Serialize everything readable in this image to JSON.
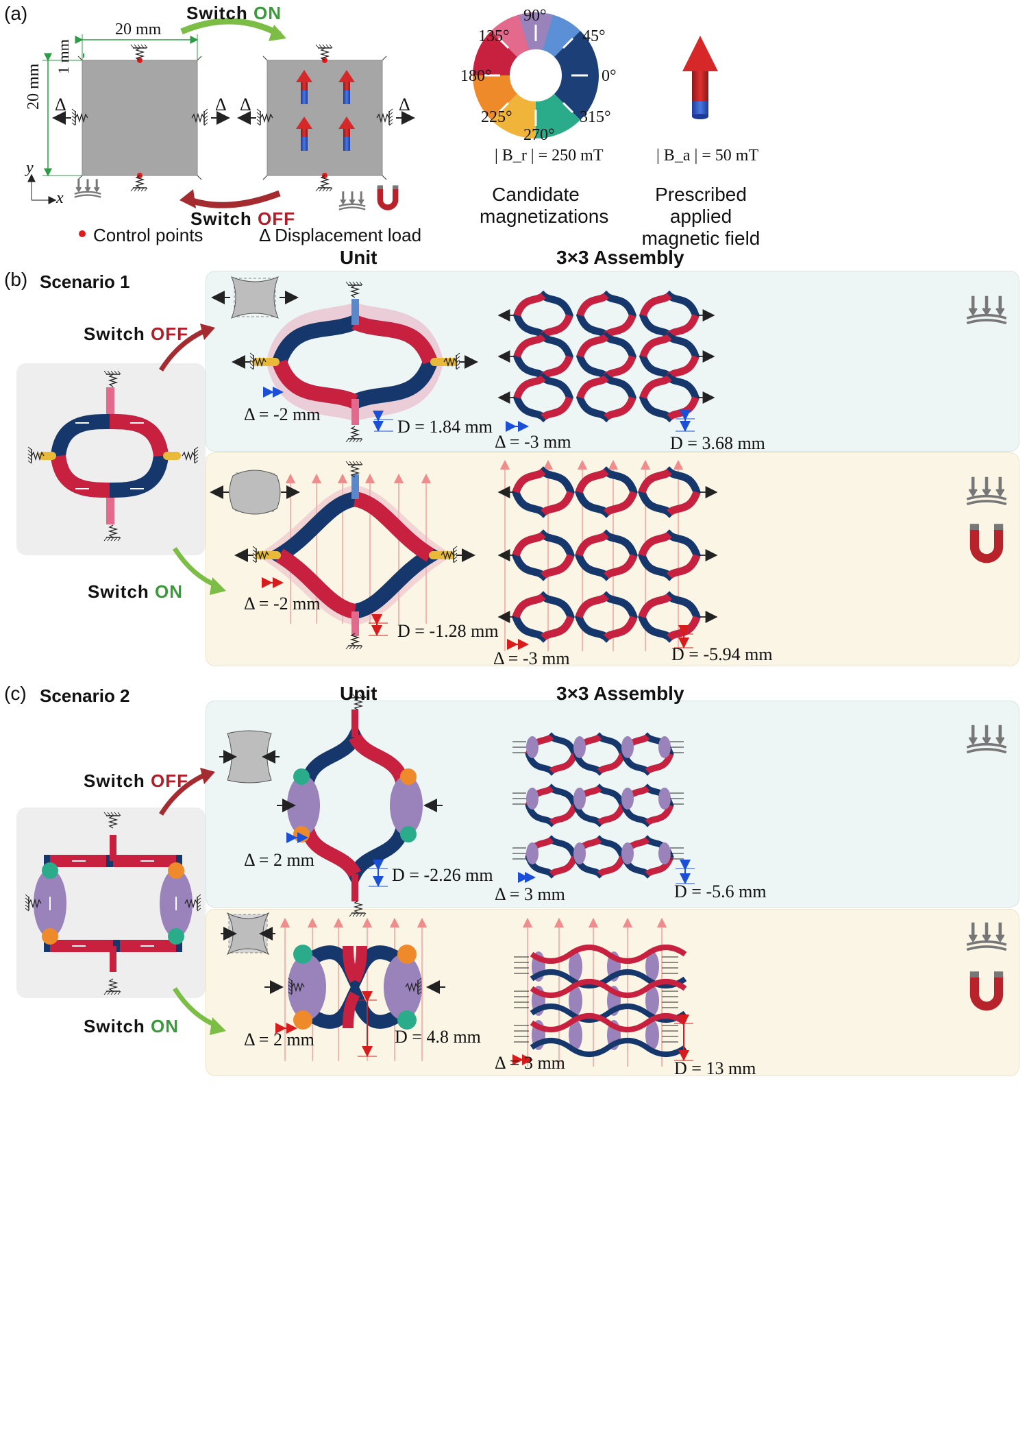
{
  "panel_a": {
    "label": "(a)",
    "switch_on": {
      "word": "Switch",
      "state": "ON"
    },
    "switch_off": {
      "word": "Switch",
      "state": "OFF"
    },
    "dim_width": "20 mm",
    "dim_height": "20 mm",
    "dim_gap": "1 mm",
    "delta_symbol": "Δ",
    "axis_y": "y",
    "axis_x": "x",
    "legend_control_points": "Control points",
    "legend_displacement": "Δ Displacement load",
    "angles": [
      "90°",
      "45°",
      "0°",
      "315°",
      "270°",
      "225°",
      "180°",
      "135°"
    ],
    "br_label": "| B_r | = 250 mT",
    "ba_label": "| B_a | = 50 mT",
    "caption_candidate": "Candidate magnetizations",
    "caption_field": "Prescribed applied magnetic field"
  },
  "panel_b": {
    "label": "(b)",
    "scenario": "Scenario 1",
    "head_unit": "Unit",
    "head_assembly": "3×3 Assembly",
    "switch_off": {
      "word": "Switch",
      "state": "OFF"
    },
    "switch_on": {
      "word": "Switch",
      "state": "ON"
    },
    "off_unit_delta": "Δ = -2 mm",
    "off_unit_D": "D = 1.84 mm",
    "off_asm_delta": "Δ = -3 mm",
    "off_asm_D": "D = 3.68 mm",
    "on_unit_delta": "Δ = -2 mm",
    "on_unit_D": "D = -1.28 mm",
    "on_asm_delta": "Δ  = -3 mm",
    "on_asm_D": "D = -5.94 mm"
  },
  "panel_c": {
    "label": "(c)",
    "scenario": "Scenario 2",
    "head_unit": "Unit",
    "head_assembly": "3×3 Assembly",
    "switch_off": {
      "word": "Switch",
      "state": "OFF"
    },
    "switch_on": {
      "word": "Switch",
      "state": "ON"
    },
    "off_unit_delta": "Δ  = 2 mm",
    "off_unit_D": "D = -2.26 mm",
    "off_asm_delta": "Δ  = 3 mm",
    "off_asm_D": "D = -5.6 mm",
    "on_unit_delta": "Δ = 2 mm",
    "on_unit_D": "D = 4.8 mm",
    "on_asm_delta": "Δ  = 3 mm",
    "on_asm_D": "D = 13 mm"
  },
  "colors": {
    "navy": "#15376b",
    "crimson": "#c8203f",
    "pink": "#e36a8c",
    "purple": "#9a82bb",
    "orange": "#ef8a2a",
    "teal": "#2aab8a",
    "blue": "#5a88cc",
    "yellow": "#e9b93a",
    "green_arrow": "#7cbd45",
    "red_arrow": "#a42b2f",
    "panel_blue_bg": "#eef5f5",
    "panel_yellow_bg": "#faf5e4",
    "panel_gray_bg": "#eeeeee",
    "square_gray": "#a6a6a6"
  }
}
